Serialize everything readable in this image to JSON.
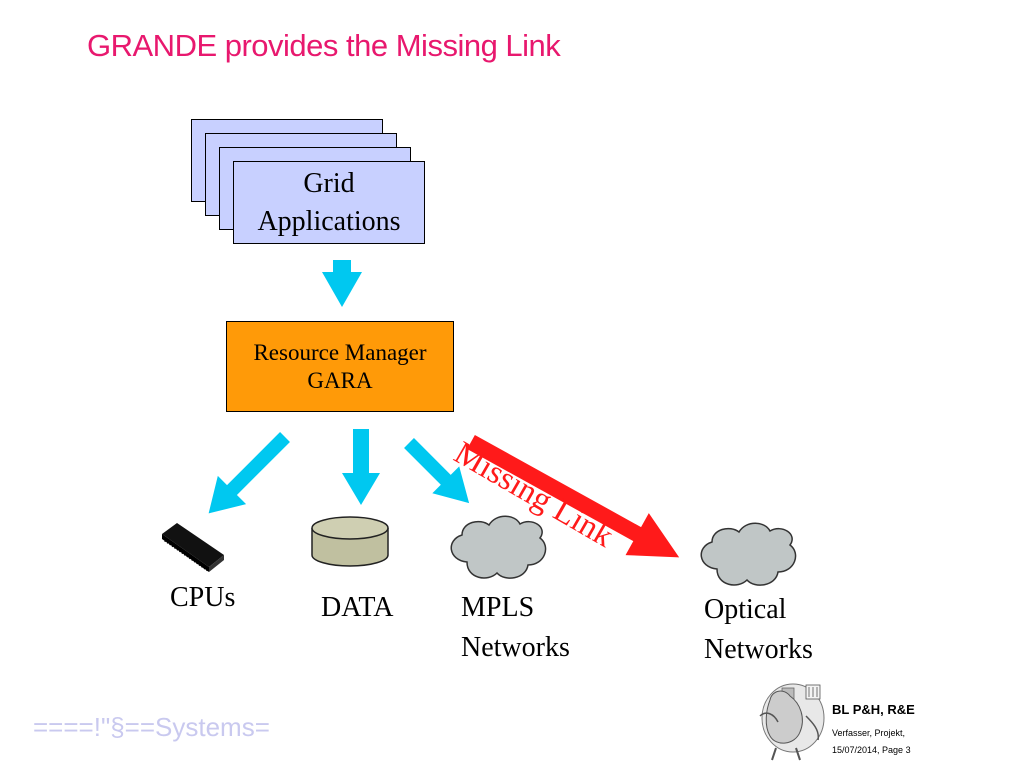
{
  "title": "GRANDE provides the  Missing Link",
  "grid_applications": {
    "line1": "Grid",
    "line2": "Applications"
  },
  "resource_manager": {
    "line1": "Resource Manager",
    "line2": "GARA"
  },
  "resources": {
    "cpus": "CPUs",
    "data": "DATA",
    "mpls_line1": "MPLS",
    "mpls_line2": "Networks",
    "optical_line1": "Optical",
    "optical_line2": "Networks"
  },
  "missing_link": "Missing Link",
  "footer": {
    "left_text": "====!\"§==Systems=",
    "org": "BL P&H, R&E",
    "author_line": "Verfasser, Projekt,",
    "date_page": "15/07/2014, Page 3"
  },
  "colors": {
    "title": "#e8186e",
    "app_box": "#c8d0ff",
    "resource_manager_box": "#ff9a08",
    "arrow_cyan": "#00c8f0",
    "missing_link": "#ff1a1a",
    "cloud": "#c0c6c6",
    "database": "#c0c0a0"
  }
}
